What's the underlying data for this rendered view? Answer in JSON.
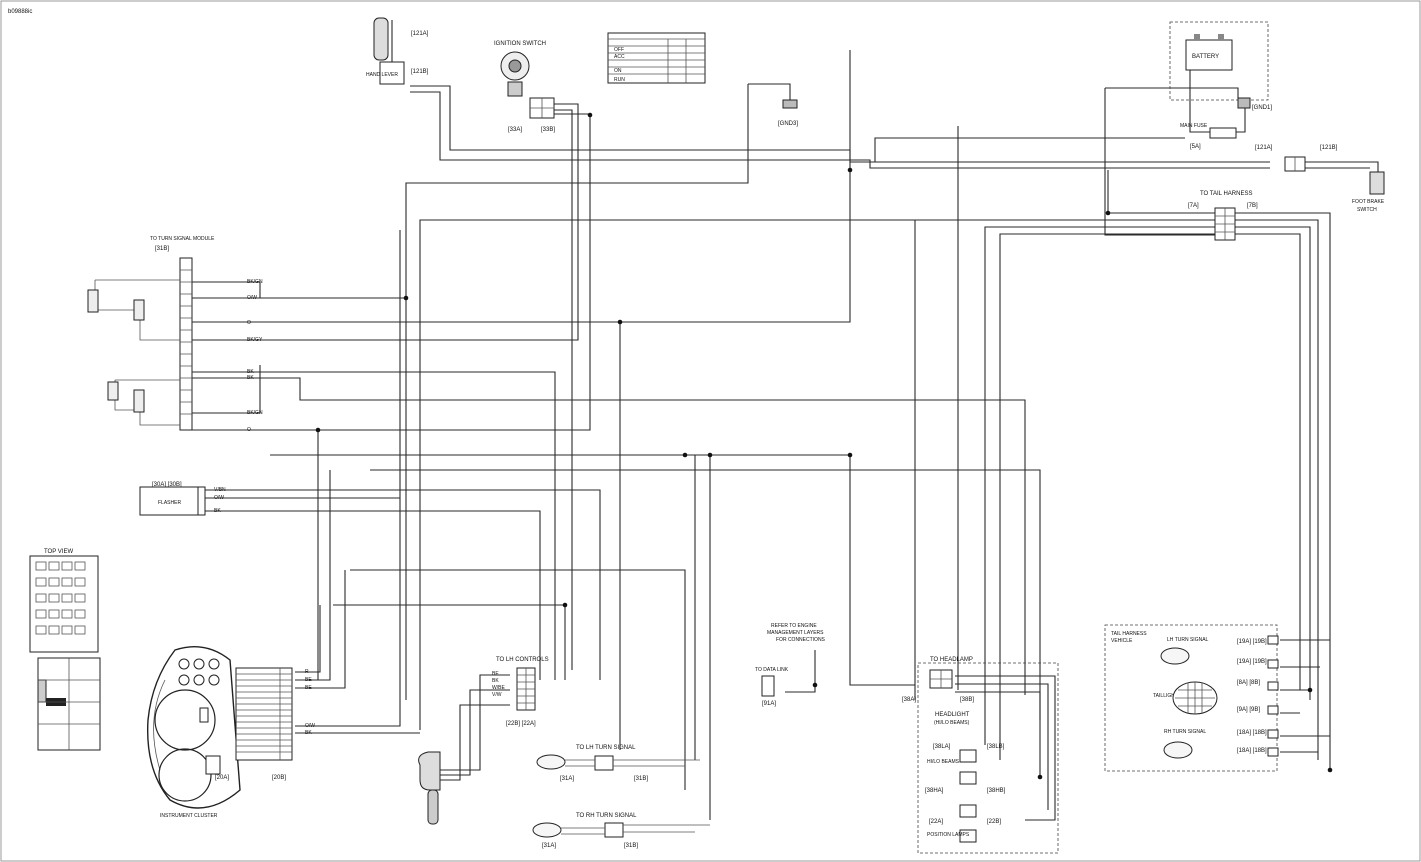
{
  "figure_id": "b09888ic",
  "hand_lever": {
    "conn_a": "[121A]",
    "conn_b": "[121B]",
    "label": "HAND LEVER"
  },
  "ignition": {
    "label": "IGNITION SWITCH",
    "conn_a": "[33A]",
    "conn_b": "[33B]"
  },
  "legend_table": {
    "rows": [
      "OFF",
      "ACC",
      "ON",
      "RUN"
    ]
  },
  "ground_5": {
    "label": "[GND3]"
  },
  "battery": {
    "label": "BATTERY",
    "ground": "[GND1]",
    "fuse": "MAIN FUSE",
    "conn": "[5A]"
  },
  "foot_brake": {
    "conn_a": "[121A]",
    "conn_b": "[121B]",
    "label": "FOOT BRAKE",
    "label2": "SWITCH"
  },
  "tail_conn": {
    "label": "TO TAIL HARNESS",
    "conn_a": "[7A]",
    "conn_b": "[7B]"
  },
  "tsm": {
    "label": "TO TURN SIGNAL MODULE",
    "conn": "[31B]",
    "wires": [
      "BK/GN",
      "O/W",
      "O",
      "BK/GY",
      "BK",
      "BK",
      "BK/GN",
      "O"
    ]
  },
  "flasher": {
    "conn": "[30A] [30B]",
    "label": "FLASHER",
    "wires": [
      "V/BN",
      "O/W",
      "BK"
    ]
  },
  "top_view": {
    "label": "TOP VIEW"
  },
  "cluster": {
    "conn_a": "[20A]",
    "conn_b": "[20B]",
    "label": "INSTRUMENT CLUSTER",
    "wires": [
      "R",
      "BE",
      "BE",
      "O/W",
      "BK"
    ]
  },
  "lh_controls": {
    "label": "TO LH CONTROLS",
    "wires": [
      "BE",
      "BK",
      "W/BE",
      "V/W"
    ],
    "conn": "[22B] [22A]"
  },
  "lh_turn": {
    "label": "TO LH TURN SIGNAL",
    "conn_a": "[31A]",
    "conn_b": "[31B]"
  },
  "rh_turn": {
    "label": "TO RH TURN SIGNAL",
    "conn_a": "[31A]",
    "conn_b": "[31B]"
  },
  "data_link": {
    "note": [
      "REFER TO ENGINE",
      "MANAGEMENT LAYERS",
      "FOR CONNECTIONS"
    ],
    "label": "TO DATA LINK",
    "conn": "[91A]"
  },
  "headlamp": {
    "label": "TO HEADLAMP",
    "conn_a": "[38A]",
    "conn_b": "[38B]",
    "headlight": "HEADLIGHT",
    "headlight_sub": "(HI/LO BEAMS)",
    "hi_lo_conn_a": "[38LA]",
    "hi_lo_conn_b": "[38LB]",
    "hi_lo_label": "HI/LO BEAMS",
    "lamp_conn_a": "[38HA]",
    "lamp_conn_b": "[38HB]",
    "pos_conn_a": "[22A]",
    "pos_conn_b": "[22B]",
    "pos_label": "POSITION LAMPS"
  },
  "tail_harness": {
    "label": "TAIL HARNESS",
    "sub": "VEHICLE",
    "lh_turn": "LH TURN SIGNAL",
    "conn_19a": "[19A] [19B]",
    "conn_19a2": "[19A] [19B]",
    "tail_light": "TAILLIGHT",
    "conn_8a": "[8A] [8B]",
    "conn_9a": "[9A] [9B]",
    "rh_turn": "RH TURN SIGNAL",
    "conn_18a": "[18A] [18B]",
    "conn_18a2": "[18A] [18B]"
  }
}
